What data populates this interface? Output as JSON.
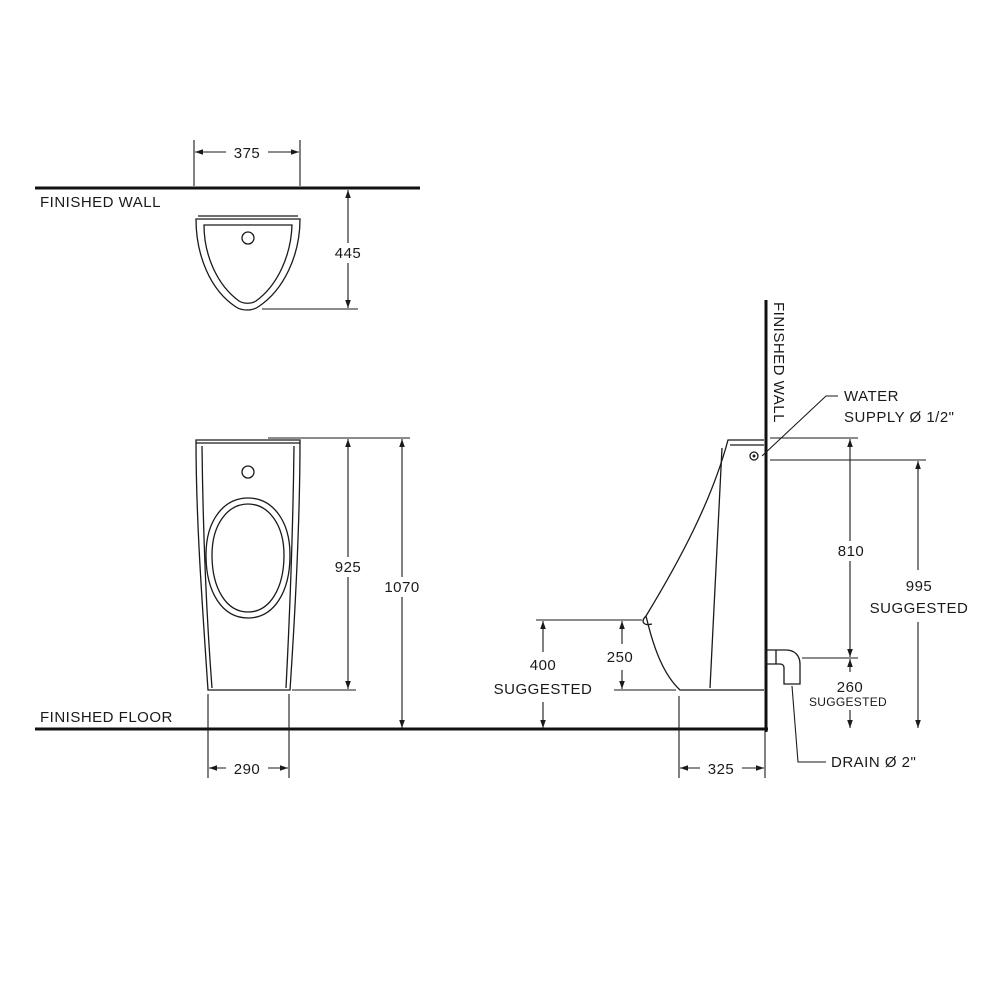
{
  "labels": {
    "finished_wall_top": "FINISHED WALL",
    "finished_wall_side": "FINISHED WALL",
    "finished_floor": "FINISHED FLOOR",
    "water_supply_1": "WATER",
    "water_supply_2": "SUPPLY Ø 1/2\"",
    "drain": "DRAIN Ø 2\""
  },
  "dimensions": {
    "top_width": "375",
    "top_depth": "445",
    "front_height": "925",
    "front_total_height": "1070",
    "front_base_width": "290",
    "side_rim_height": "400",
    "side_rim_height_note": "SUGGESTED",
    "side_lip": "250",
    "side_supply_to_drain": "810",
    "side_supply_height": "995",
    "side_supply_height_note": "SUGGESTED",
    "side_drain_height": "260",
    "side_drain_height_note": "SUGGESTED",
    "side_projection": "325"
  }
}
